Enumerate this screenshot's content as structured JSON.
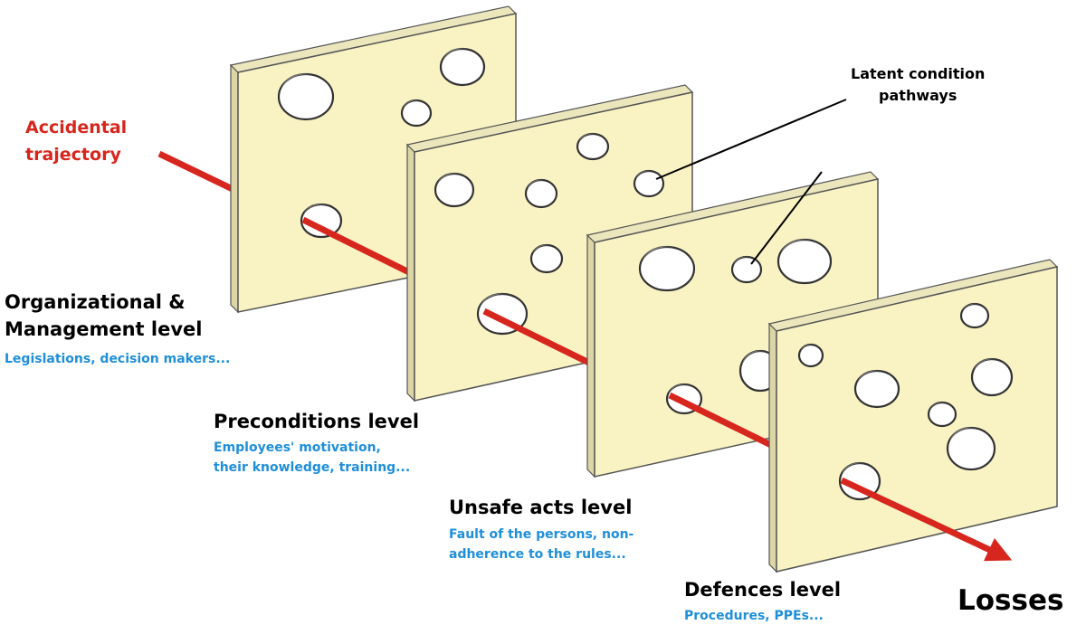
{
  "diagram": {
    "trajectory_label": "Accidental\ntrajectory",
    "latent_label": "Latent condition\npathways",
    "losses_label": "Losses",
    "levels": [
      {
        "title": "Organizational &\nManagement level",
        "description": "Legislations, decision makers..."
      },
      {
        "title": "Preconditions level",
        "description": "Employees' motivation,\ntheir knowledge, training..."
      },
      {
        "title": "Unsafe acts level",
        "description": "Fault of the persons, non-\nadherence to the rules..."
      },
      {
        "title": "Defences level",
        "description": "Procedures, PPEs..."
      }
    ],
    "colors": {
      "slice_face": "#f9f3c3",
      "slice_edge": "#dcd6a6",
      "slice_top": "#ebe6bc",
      "trajectory": "#d7261e",
      "level_title": "#000000",
      "level_description": "#1f8fd9"
    }
  }
}
